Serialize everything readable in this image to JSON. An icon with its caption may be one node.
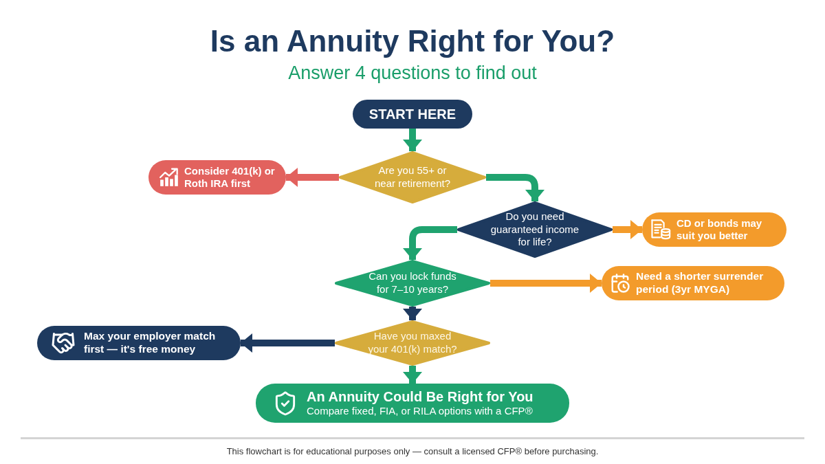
{
  "diagram": {
    "title": "Is an Annuity Right for You?",
    "nodes": [
      {
        "text": [
          "START HERE"
        ]
      },
      {
        "text": [
          "Are you 55+ or near retirement?"
        ]
      },
      {
        "text": [
          "Consider 401(k) or Roth IRA first"
        ]
      },
      {
        "text": [
          "Do you need guaranteed income for life?"
        ]
      },
      {
        "text": [
          "CD or bonds may suit you better"
        ]
      },
      {
        "text": [
          "Can you lock funds for 7–10 years?"
        ]
      },
      {
        "text": [
          "Need a shorter surrender period (3yr MYGA)"
        ]
      },
      {
        "text": [
          "Have you maxed your 401(k) match?"
        ]
      },
      {
        "text": [
          "Max your employer match first — it's free money"
        ]
      },
      {
        "text": [
          "An Annuity Could Be Right for You",
          "Compare fixed, FIA, or RILA options with a CFP®"
        ]
      }
    ],
    "edges": [
      {
        "from": 0,
        "to": 1,
        "arrow": "to"
      },
      {
        "from": 1,
        "to": 2,
        "arrow": "to",
        "color": "#e2625e"
      },
      {
        "from": 1,
        "to": 3,
        "arrow": "to"
      },
      {
        "from": 3,
        "to": 4,
        "arrow": "to",
        "color": "#f39b2b"
      },
      {
        "from": 3,
        "to": 5,
        "arrow": "to"
      },
      {
        "from": 5,
        "to": 6,
        "arrow": "to",
        "color": "#f39b2b"
      },
      {
        "from": 5,
        "to": 7,
        "arrow": "to",
        "color": "#1e3a5f"
      },
      {
        "from": 7,
        "to": 8,
        "arrow": "to",
        "color": "#1e3a5f"
      },
      {
        "from": 7,
        "to": 9,
        "arrow": "to"
      }
    ],
    "labels": [
      "Answer 4 questions to find out",
      "This flowchart is for educational purposes only — consult a licensed CFP® before purchasing."
    ]
  }
}
